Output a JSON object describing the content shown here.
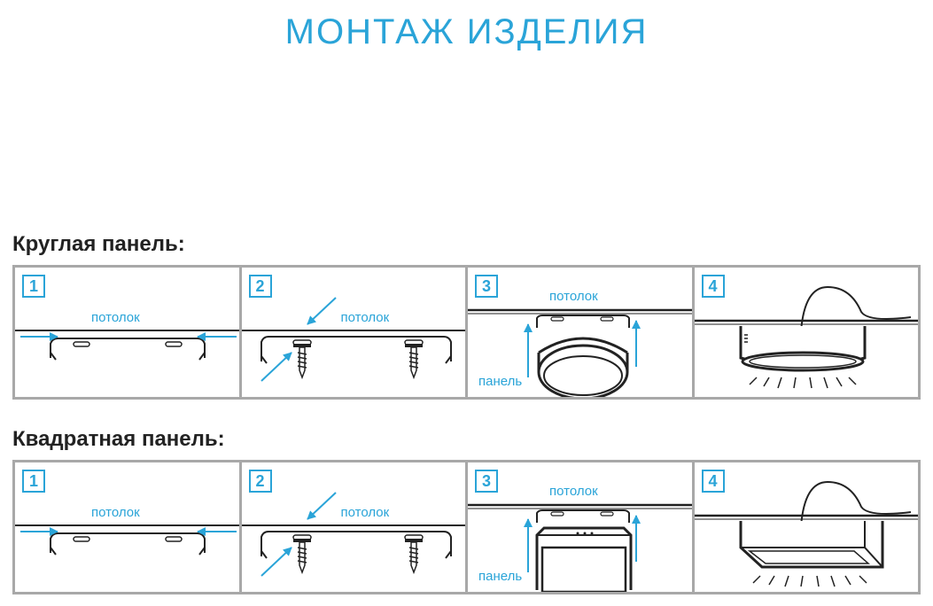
{
  "title": "МОНТАЖ ИЗДЕЛИЯ",
  "round": {
    "heading": "Круглая панель:",
    "steps": [
      {
        "num": "1",
        "ceiling": "потолок"
      },
      {
        "num": "2",
        "ceiling": "потолок"
      },
      {
        "num": "3",
        "ceiling": "потолок",
        "panel": "панель"
      },
      {
        "num": "4"
      }
    ]
  },
  "square": {
    "heading": "Квадратная панель:",
    "steps": [
      {
        "num": "1",
        "ceiling": "потолок"
      },
      {
        "num": "2",
        "ceiling": "потолок"
      },
      {
        "num": "3",
        "ceiling": "потолок",
        "panel": "панель"
      },
      {
        "num": "4"
      }
    ]
  },
  "colors": {
    "accent": "#2aa4d8",
    "frame": "#a8a8a8",
    "line": "#222222"
  }
}
